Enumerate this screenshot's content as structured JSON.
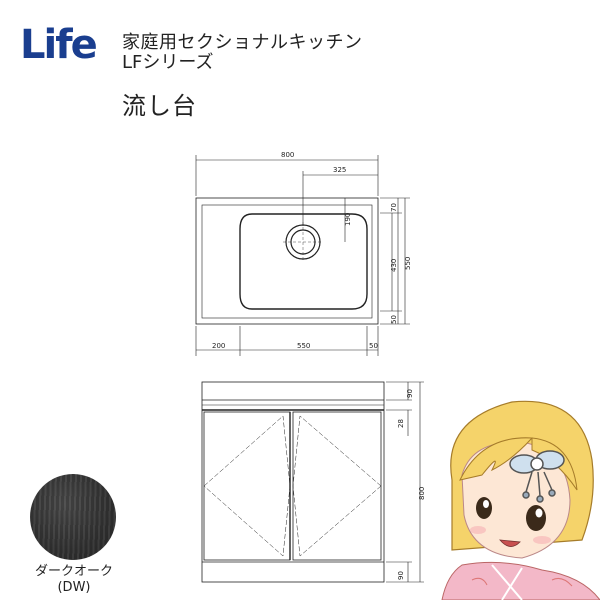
{
  "brand": {
    "logo_text": "Life"
  },
  "header": {
    "line1": "家庭用セクショナルキッチン",
    "line2": "LFシリーズ",
    "title": "流し台"
  },
  "plan_dims": {
    "total_width": "800",
    "drain_offset": "325",
    "back": "70",
    "to_drain": "190",
    "bowl_depth": "430",
    "total_depth": "550",
    "front": "50",
    "left": "200",
    "bowl_width": "550",
    "right": "50"
  },
  "elev_dims": {
    "top": "90",
    "rail": "28",
    "height": "800",
    "plinth": "90"
  },
  "swatch": {
    "name": "ダークオーク",
    "code": "(DW)",
    "color": "#333333"
  },
  "colors": {
    "logo_blue": "#1a3e8f",
    "line": "#222222"
  }
}
